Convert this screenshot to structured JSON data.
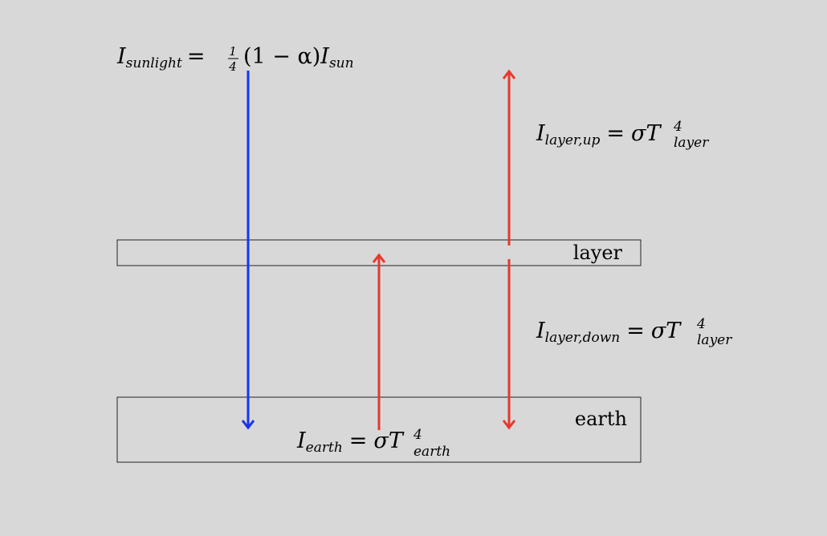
{
  "labels": {
    "layer": "layer",
    "earth": "earth"
  },
  "equations": {
    "sunlight": {
      "lhs_symbol": "I",
      "lhs_sub": "sunlight",
      "rhs_frac_num": "1",
      "rhs_frac_den": "4",
      "rhs_rest": "(1 − α)",
      "rhs_symbol": "I",
      "rhs_sub": "sun"
    },
    "layer_up": {
      "lhs_symbol": "I",
      "lhs_sub": "layer,up",
      "rhs": "σT",
      "rhs_sup": "4",
      "rhs_sub": "layer"
    },
    "layer_down": {
      "lhs_symbol": "I",
      "lhs_sub": "layer,down",
      "rhs": "σT",
      "rhs_sup": "4",
      "rhs_sub": "layer"
    },
    "earth": {
      "lhs_symbol": "I",
      "lhs_sub": "earth",
      "rhs": "σT",
      "rhs_sup": "4",
      "rhs_sub": "earth"
    }
  },
  "colors": {
    "background": "#d8d8d8",
    "sunlight_arrow": "#1a33ee",
    "thermal_arrow": "#e8382c"
  }
}
